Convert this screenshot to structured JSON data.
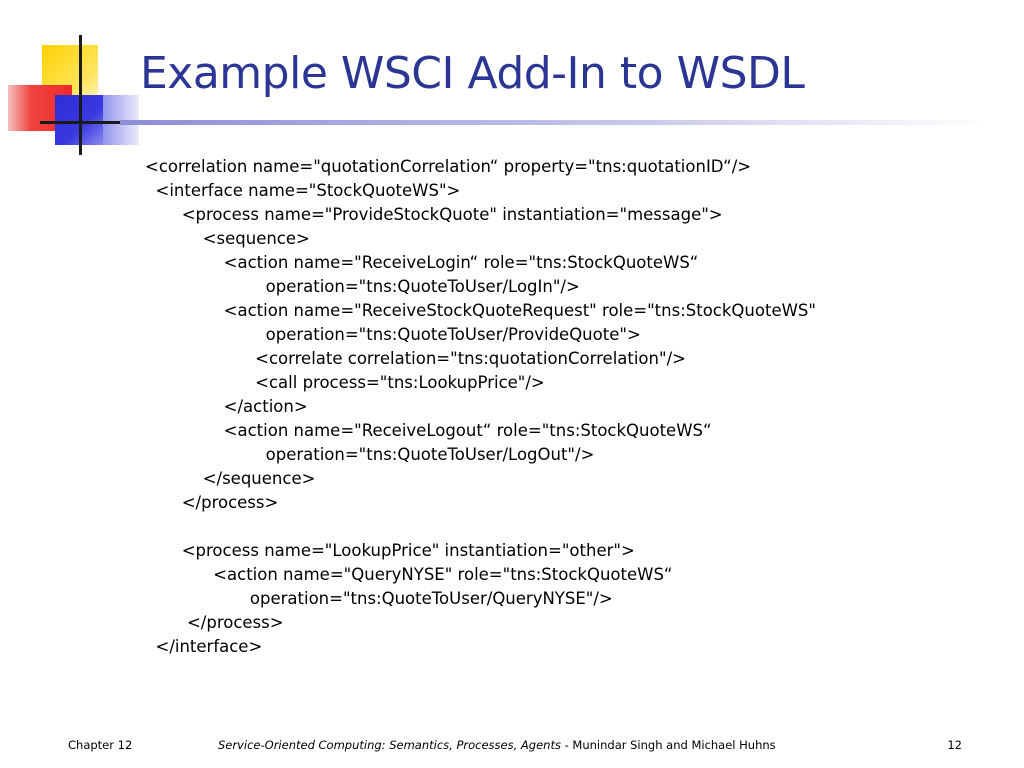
{
  "slide": {
    "title": "Example WSCI Add-In to WSDL",
    "code_lines": [
      "<correlation name=\"quotationCorrelation“ property=\"tns:quotationID“/>",
      "  <interface name=\"StockQuoteWS\">",
      "       <process name=\"ProvideStockQuote\" instantiation=\"message\">",
      "           <sequence>",
      "               <action name=\"ReceiveLogin“ role=\"tns:StockQuoteWS“",
      "                       operation=\"tns:QuoteToUser/LogIn\"/>",
      "               <action name=\"ReceiveStockQuoteRequest\" role=\"tns:StockQuoteWS\"",
      "                       operation=\"tns:QuoteToUser/ProvideQuote\">",
      "                     <correlate correlation=\"tns:quotationCorrelation\"/>",
      "                     <call process=\"tns:LookupPrice\"/>",
      "               </action>",
      "               <action name=\"ReceiveLogout“ role=\"tns:StockQuoteWS“",
      "                       operation=\"tns:QuoteToUser/LogOut\"/>",
      "           </sequence>",
      "       </process>",
      "",
      "       <process name=\"LookupPrice\" instantiation=\"other\">",
      "             <action name=\"QueryNYSE\" role=\"tns:StockQuoteWS“",
      "                    operation=\"tns:QuoteToUser/QueryNYSE\"/>",
      "        </process>",
      "  </interface>"
    ]
  },
  "footer": {
    "chapter": "Chapter 12",
    "book_title": "Service-Oriented Computing: Semantics, Processes, Agents",
    "authors": " - Munindar Singh and Michael Huhns",
    "page_number": "12"
  },
  "colors": {
    "title": "#2b3694",
    "logo_yellow": "#ffd100",
    "logo_red": "#ef2a2a",
    "logo_blue": "#3a3ae0"
  }
}
